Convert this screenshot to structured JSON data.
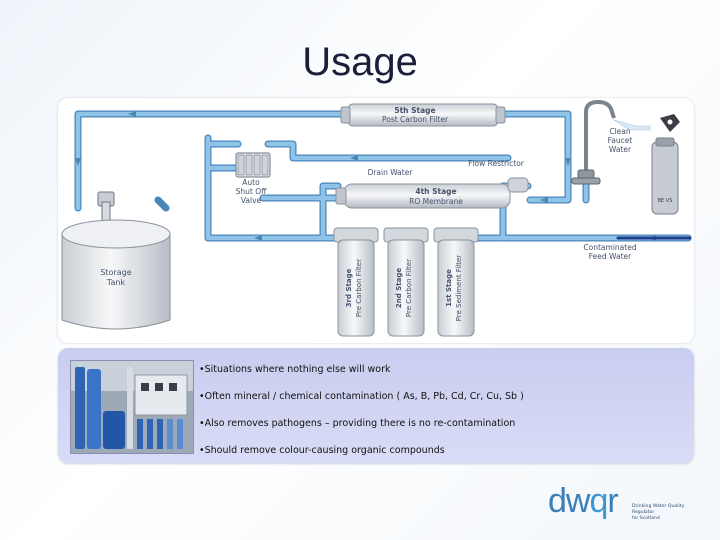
{
  "slide": {
    "title": "Usage",
    "bullets": [
      "•Situations where nothing else will work",
      "•Often mineral / chemical contamination ( As, B, Pb, Cd, Cr, Cu, Sb )",
      "•Also removes pathogens – providing there is no re-contamination",
      "•Should remove colour-causing organic compounds"
    ]
  },
  "diagram": {
    "stage5_line1": "5th Stage",
    "stage5_line2": "Post Carbon Filter",
    "stage4_line1": "4th Stage",
    "stage4_line2": "RO Membrane",
    "stage3_line1": "3rd Stage",
    "stage3_line2": "Pre Carbon Filter",
    "stage2_line1": "2nd Stage",
    "stage2_line2": "Pre Carbon Filter",
    "stage1_line1": "1st Stage",
    "stage1_line2": "Pre Sediment Filter",
    "faucet_line1": "Clean",
    "faucet_line2": "Faucet",
    "faucet_line3": "Water",
    "flow_restrictor": "Flow Restrictor",
    "drain_water": "Drain Water",
    "auto_line1": "Auto",
    "auto_line2": "Shut Off",
    "auto_line3": "Valve",
    "tank_line1": "Storage",
    "tank_line2": "Tank",
    "feed_line1": "Contaminated",
    "feed_line2": "Feed Water",
    "bottle_text": "BE VS"
  },
  "logo": {
    "word_a": "dw",
    "word_q": "q",
    "word_b": "r",
    "tag_line1": "Drinking Water Quality Regulator",
    "tag_line2": "for Scotland"
  },
  "colors": {
    "pipe": "#7fb6df",
    "pipe_outline": "#4a86b8",
    "filter_body": "#e4e7ea",
    "title": "#1a1f3a",
    "bullet_panel": "#d0d4f2"
  }
}
